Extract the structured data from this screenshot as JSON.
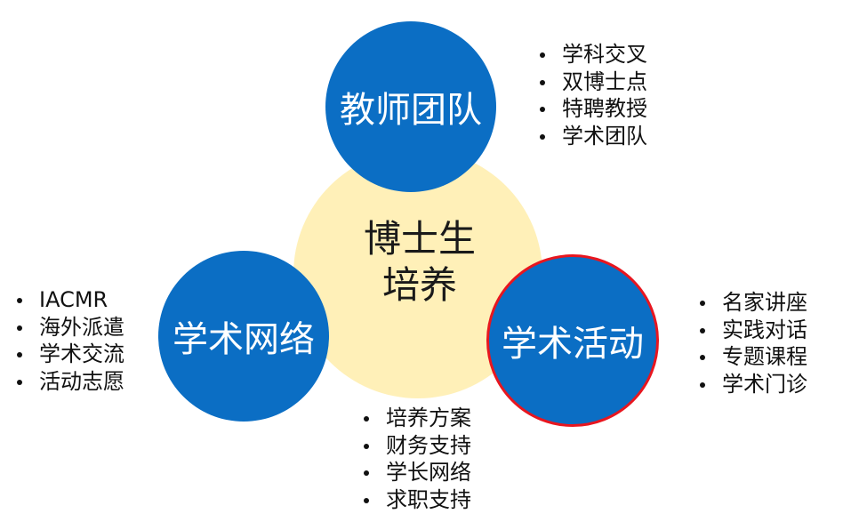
{
  "center": {
    "line1": "博士生",
    "line2": "培养"
  },
  "nodes": {
    "top": {
      "label": "教师团队",
      "items": [
        "学科交叉",
        "双博士点",
        "特聘教授",
        "学术团队"
      ]
    },
    "left": {
      "label": "学术网络",
      "items": [
        "IACMR",
        "海外派遣",
        "学术交流",
        "活动志愿"
      ]
    },
    "right": {
      "label": "学术活动",
      "items": [
        "名家讲座",
        "实践对话",
        "专题课程",
        "学术门诊"
      ]
    },
    "bottom": {
      "items": [
        "培养方案",
        "财务支持",
        "学长网络",
        "求职支持"
      ]
    }
  },
  "colors": {
    "node_fill": "#0B6EC4",
    "center_fill": "#FFF0B8",
    "highlight_border": "#E8161F",
    "node_text": "#FFFFFF",
    "list_text": "#111111"
  }
}
